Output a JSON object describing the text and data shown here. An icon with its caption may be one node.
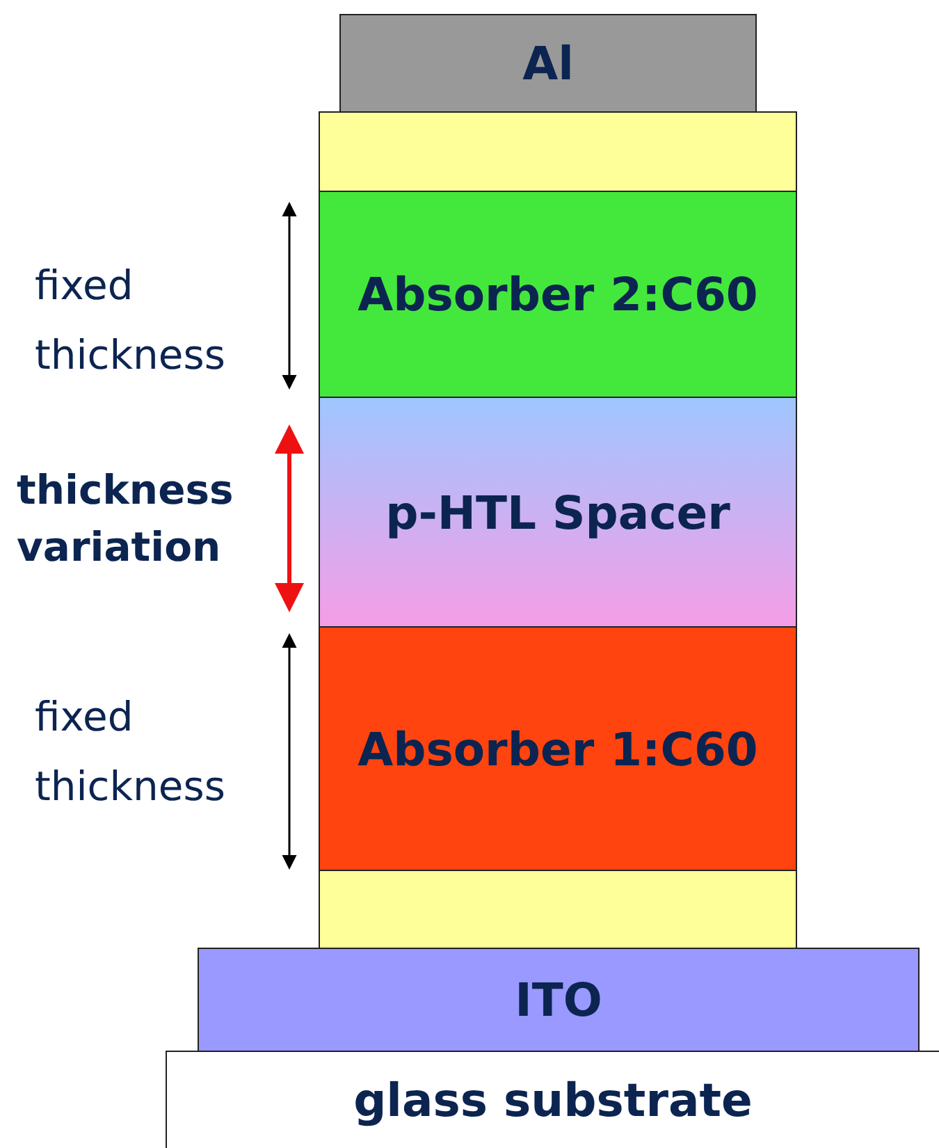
{
  "diagram": {
    "nodes": [
      {
        "text": [
          "Al"
        ]
      },
      {
        "text": [],
        "shape": "box"
      },
      {
        "text": [
          "Absorber 2:C60"
        ]
      },
      {
        "text": [
          "p-HTL Spacer"
        ]
      },
      {
        "text": [
          "Absorber 1:C60"
        ]
      },
      {
        "text": [],
        "shape": "box"
      },
      {
        "text": [
          "ITO"
        ]
      },
      {
        "text": [
          "glass substrate"
        ]
      }
    ],
    "labels": [
      "fixed thickness",
      "thickness variation",
      "fixed thickness"
    ]
  }
}
